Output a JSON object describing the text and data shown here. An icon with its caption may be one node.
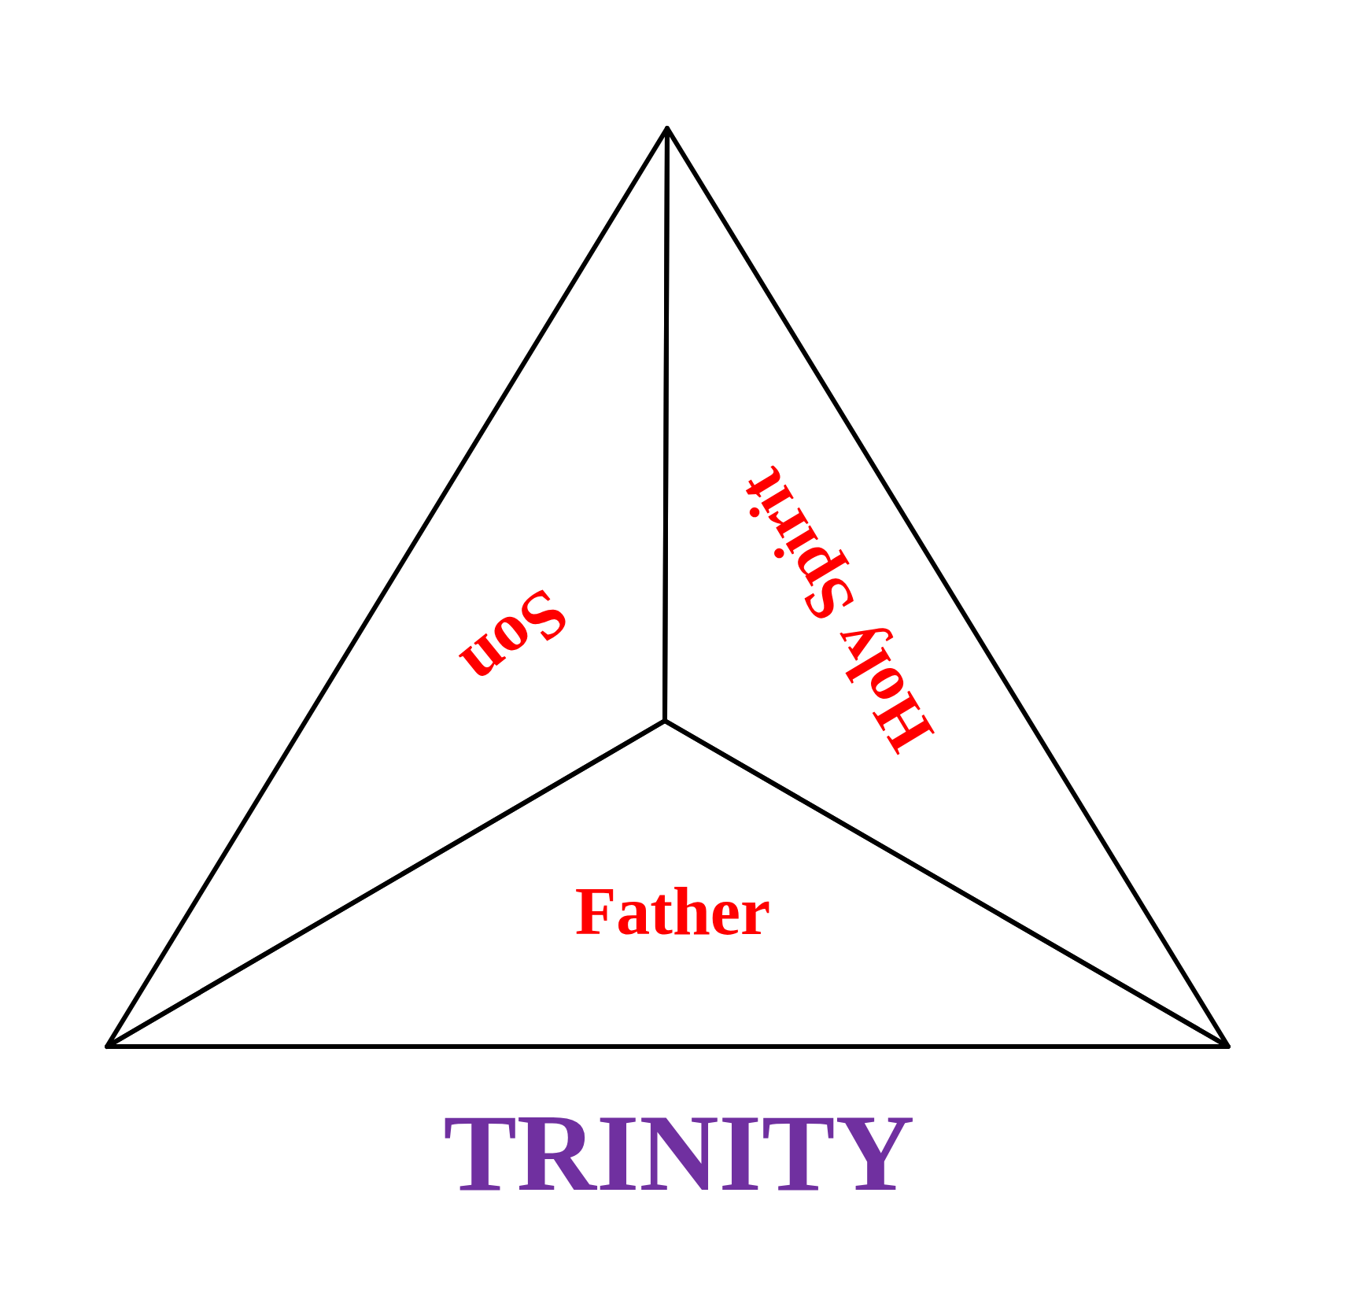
{
  "diagram": {
    "title": "TRINITY",
    "nodes": [
      {
        "text": [
          "Son"
        ]
      },
      {
        "text": [
          "Holy Spirit"
        ]
      },
      {
        "text": [
          "Father"
        ]
      }
    ]
  }
}
